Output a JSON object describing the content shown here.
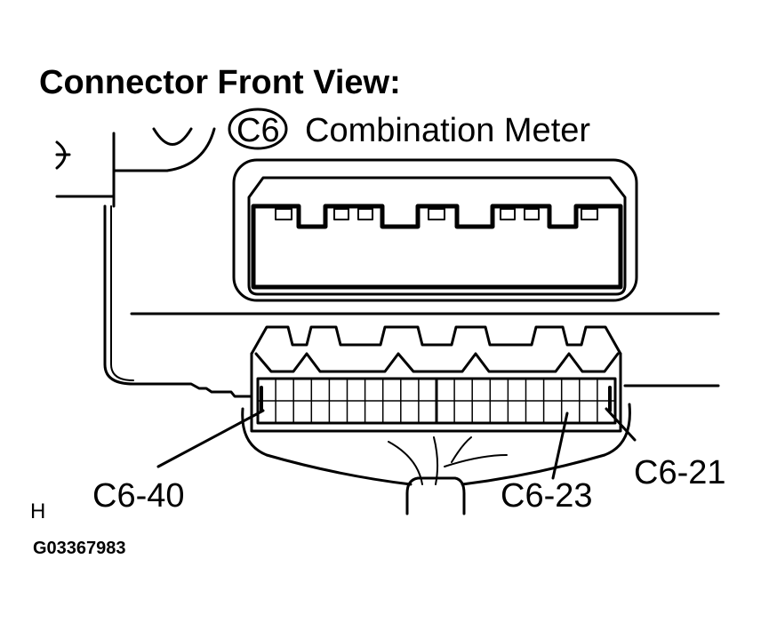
{
  "title": "Connector Front View:",
  "connector": {
    "code": "C6",
    "name": "Combination Meter"
  },
  "pins": {
    "left": "C6-40",
    "middle": "C6-23",
    "right": "C6-21"
  },
  "corner_mark": "H",
  "figure_id": "G03367983",
  "colors": {
    "line": "#000000",
    "background": "#ffffff"
  }
}
